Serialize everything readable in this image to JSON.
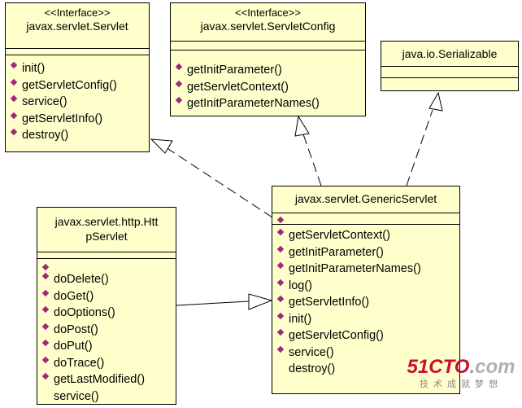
{
  "classes": {
    "servlet": {
      "stereotype": "<<Interface>>",
      "name": "javax.servlet.Servlet",
      "operations": [
        "init()",
        "getServletConfig()",
        "service()",
        "getServletInfo()",
        "destroy()"
      ]
    },
    "servletConfig": {
      "stereotype": "<<Interface>>",
      "name": "javax.servlet.ServletConfig",
      "operations": [
        "getInitParameter()",
        "getServletContext()",
        "getInitParameterNames()"
      ]
    },
    "serializable": {
      "name": "java.io.Serializable"
    },
    "genericServlet": {
      "name": "javax.servlet.GenericServlet",
      "operations": [
        "getServletContext()",
        "getInitParameter()",
        "getInitParameterNames()",
        "log()",
        "getServletInfo()",
        "init()",
        "getServletConfig()",
        "service()",
        "destroy()"
      ]
    },
    "httpServlet": {
      "name_line1": "javax.servlet.http.Htt",
      "name_line2": "pServlet",
      "operations": [
        "doDelete()",
        "doGet()",
        "doOptions()",
        "doPost()",
        "doPut()",
        "doTrace()",
        "getLastModified()",
        "service()"
      ]
    }
  },
  "watermark": {
    "brand_num": "51CTO",
    "brand_dot": ".",
    "brand_tld": "com",
    "tagline": "技术成就梦想"
  },
  "colors": {
    "box_fill": "#ffffcc",
    "operation_marker": "#a0287c",
    "watermark_red": "#c8102e"
  }
}
